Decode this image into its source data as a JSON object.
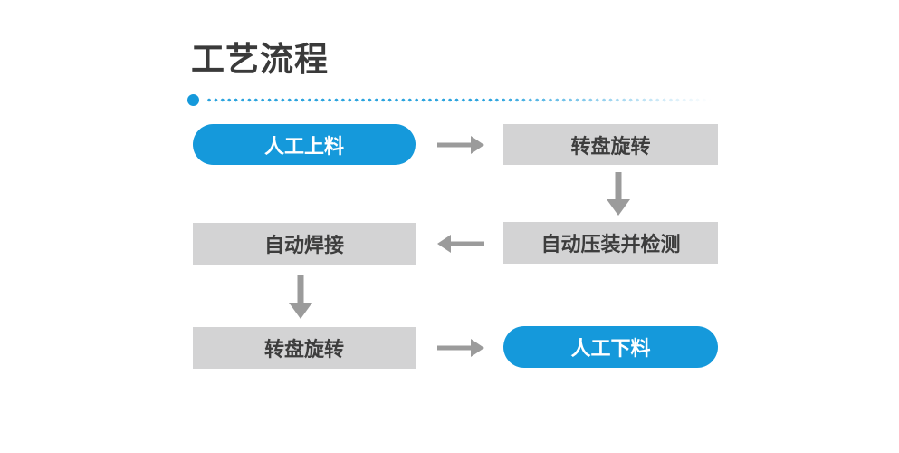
{
  "header": {
    "title": "工艺流程",
    "title_color": "#3a3a3a",
    "divider": {
      "accent_color": "#1599db",
      "dot_color": "#2aa3de",
      "style": "lead dot followed by small dots fading to the right"
    }
  },
  "flow": {
    "colors": {
      "highlight_node_bg": "#1599db",
      "highlight_node_text": "#ffffff",
      "plain_node_bg": "#d3d3d4",
      "plain_node_text": "#3d3d3d",
      "arrow": "#9b9b9b"
    },
    "steps": [
      {
        "label": "人工上料",
        "type": "highlight"
      },
      {
        "label": "转盘旋转",
        "type": "plain"
      },
      {
        "label": "自动压装并检测",
        "type": "plain"
      },
      {
        "label": "自动焊接",
        "type": "plain"
      },
      {
        "label": "转盘旋转",
        "type": "plain"
      },
      {
        "label": "人工下料",
        "type": "highlight"
      }
    ],
    "connections": [
      {
        "from": "人工上料",
        "to": "转盘旋转",
        "direction": "right"
      },
      {
        "from": "转盘旋转",
        "to": "自动压装并检测",
        "direction": "down"
      },
      {
        "from": "自动压装并检测",
        "to": "自动焊接",
        "direction": "left"
      },
      {
        "from": "自动焊接",
        "to": "转盘旋转",
        "direction": "down"
      },
      {
        "from": "转盘旋转",
        "to": "人工下料",
        "direction": "right"
      }
    ]
  }
}
